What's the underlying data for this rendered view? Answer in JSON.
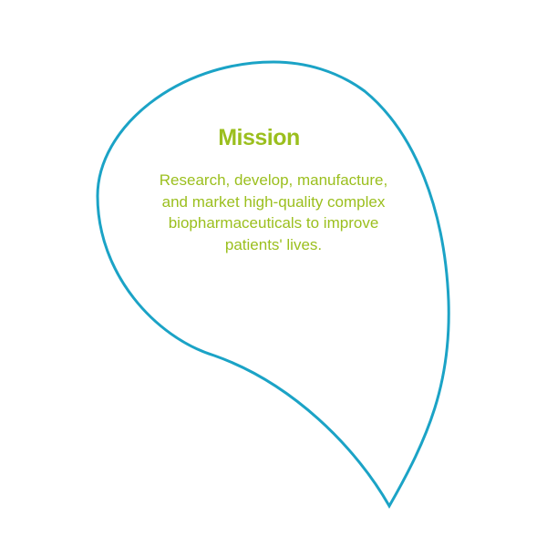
{
  "colors": {
    "outline": "#1ba3c6",
    "text": "#9bbf1e"
  },
  "shape": "speech-bubble-outline",
  "title": "Mission",
  "body": "Research, develop, manufacture, and market high-quality complex biopharmaceuticals to improve patients' lives."
}
